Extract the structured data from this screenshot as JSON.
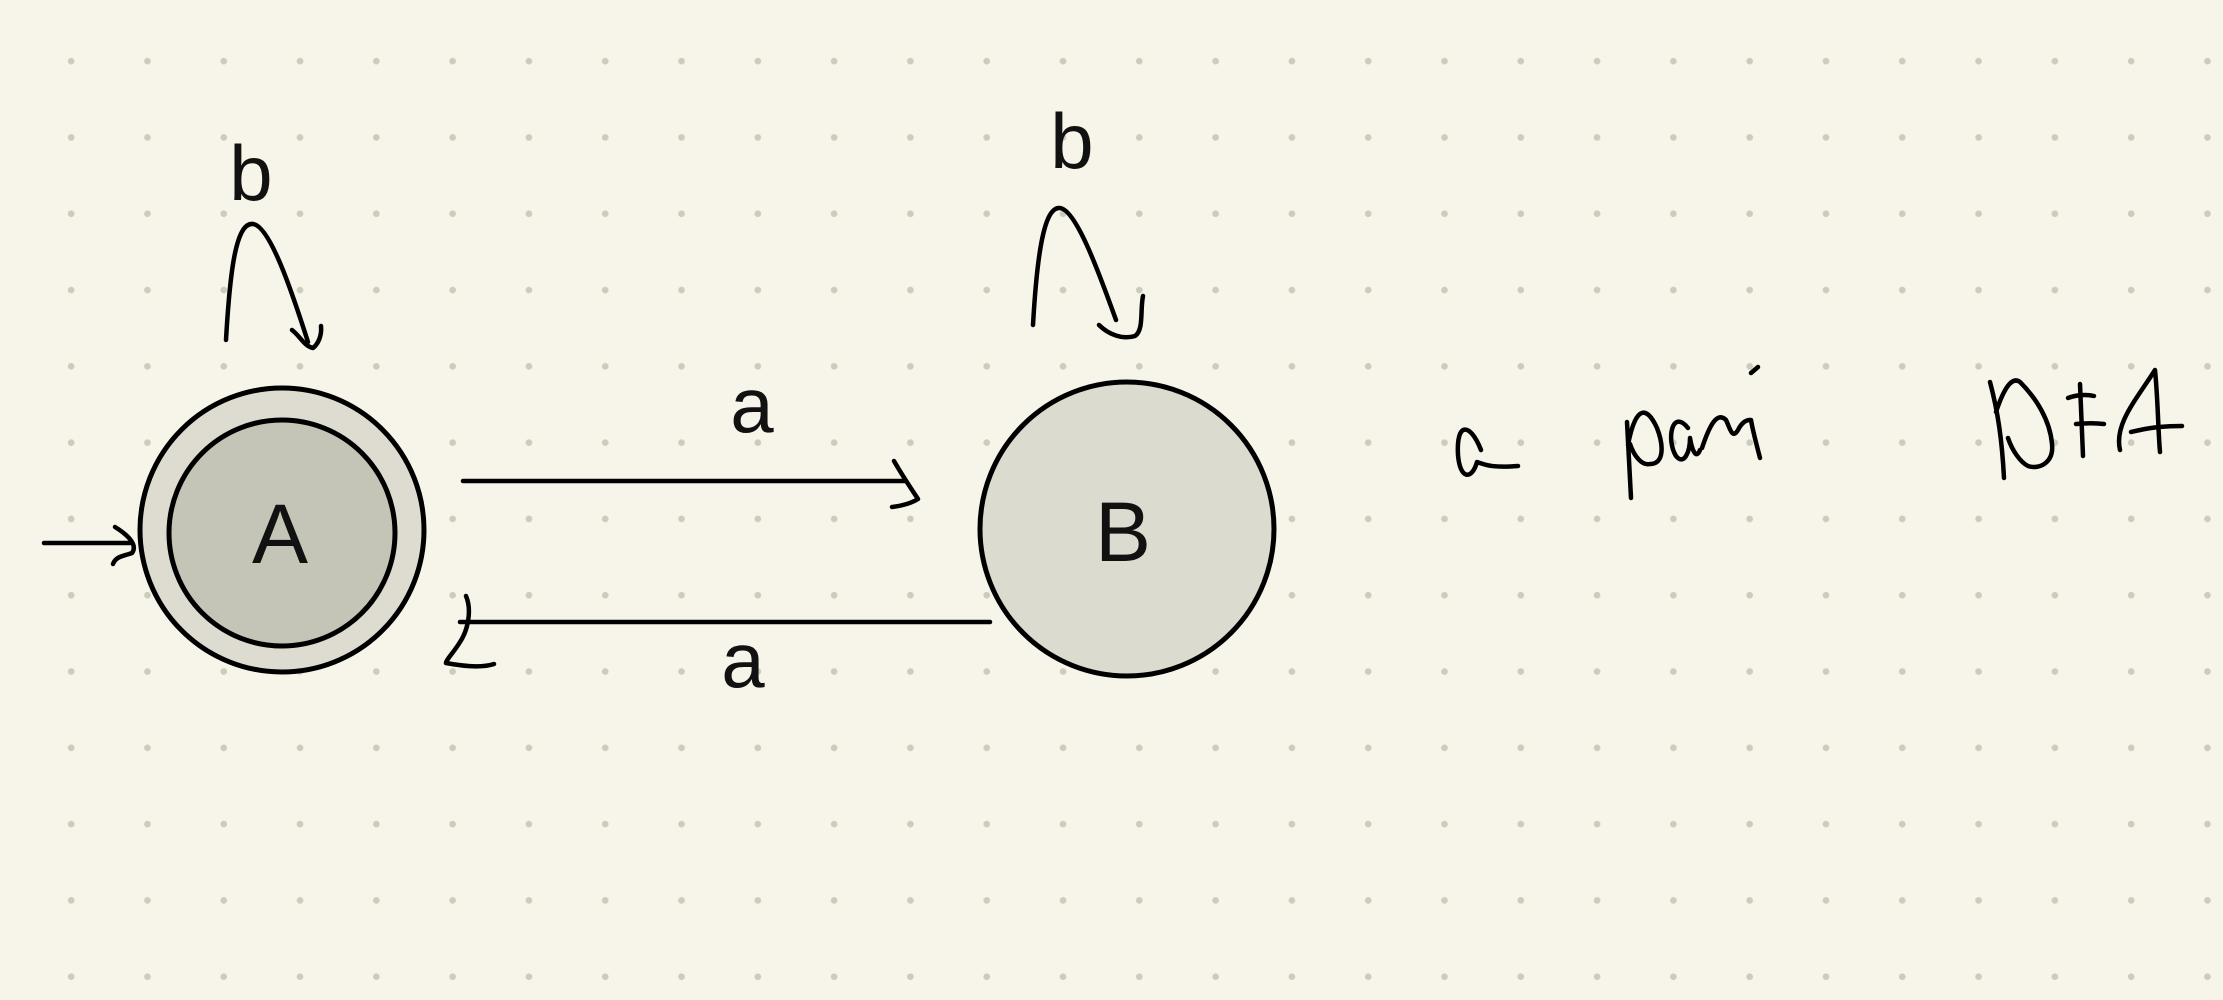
{
  "diagram": {
    "states": [
      {
        "id": "A",
        "label": "A",
        "initial": true,
        "accepting": true,
        "fill": "#c5c5b7",
        "outer_fill": "#dedcd1"
      },
      {
        "id": "B",
        "label": "B",
        "initial": false,
        "accepting": false,
        "fill": "#dbdbcf"
      }
    ],
    "transitions": [
      {
        "from": "A",
        "to": "A",
        "symbol": "b"
      },
      {
        "from": "B",
        "to": "B",
        "symbol": "b"
      },
      {
        "from": "A",
        "to": "B",
        "symbol": "a"
      },
      {
        "from": "B",
        "to": "A",
        "symbol": "a"
      }
    ],
    "handwritten_note": "a pari DFA"
  },
  "colors": {
    "background": "#f7f5e9",
    "grid_dot": "#cdcbbc",
    "ink": "#000000"
  }
}
